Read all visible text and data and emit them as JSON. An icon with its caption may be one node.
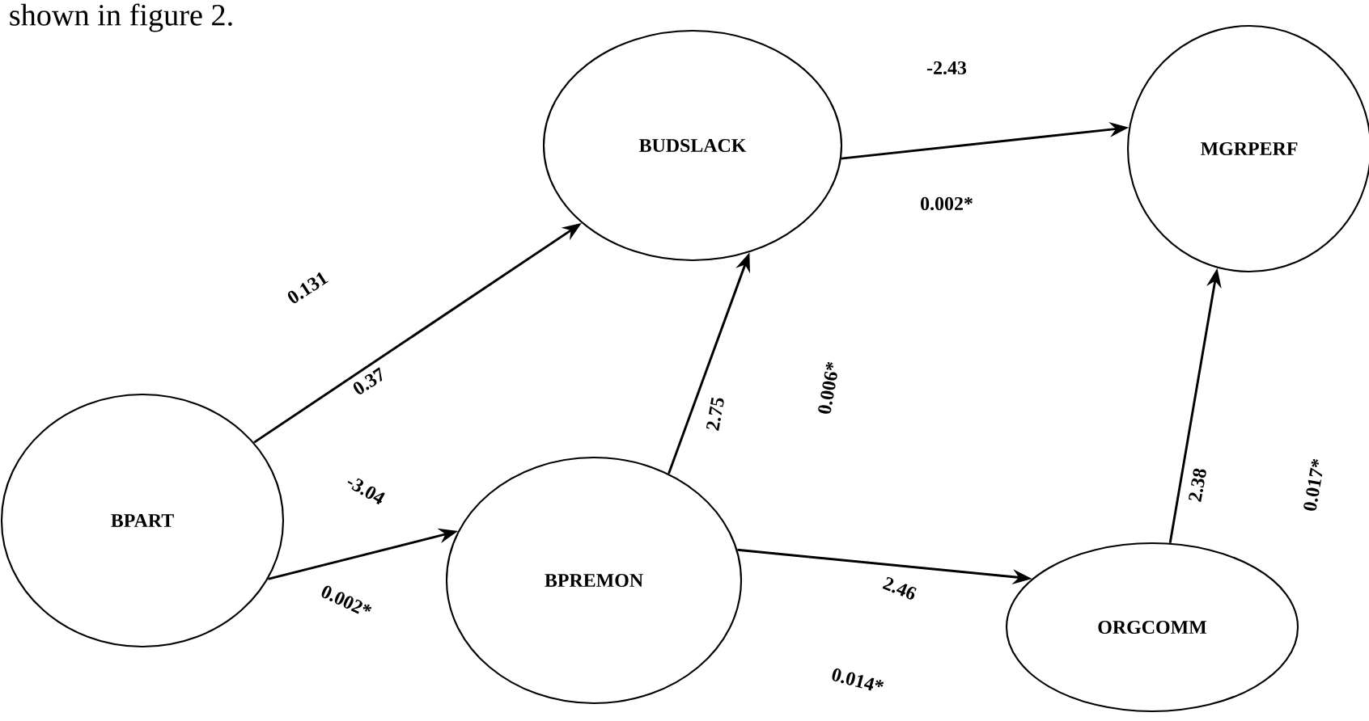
{
  "diagram": {
    "nodes": [
      {
        "text": [
          "BPART"
        ]
      },
      {
        "text": [
          "BUDSLACK"
        ]
      },
      {
        "text": [
          "MGRPERF"
        ]
      },
      {
        "text": [
          "BPREMON"
        ]
      },
      {
        "text": [
          "ORGCOMM"
        ]
      }
    ],
    "edges": [
      {
        "from": 0,
        "to": 1,
        "arrow": "to",
        "label": "0.131"
      },
      {
        "from": 0,
        "to": 3,
        "arrow": "to",
        "label": "-3.04"
      },
      {
        "from": 3,
        "to": 1,
        "arrow": "to",
        "label": "2.75"
      },
      {
        "from": 1,
        "to": 2,
        "arrow": "to",
        "label": "-2.43"
      },
      {
        "from": 3,
        "to": 4,
        "arrow": "to",
        "label": "2.46"
      },
      {
        "from": 4,
        "to": 2,
        "arrow": "to",
        "label": "2.38"
      }
    ],
    "labels": [
      "shown in figure 2.",
      "0.37",
      "0.002*",
      "0.006*",
      "0.002*",
      "0.014*",
      "0.017*"
    ]
  }
}
